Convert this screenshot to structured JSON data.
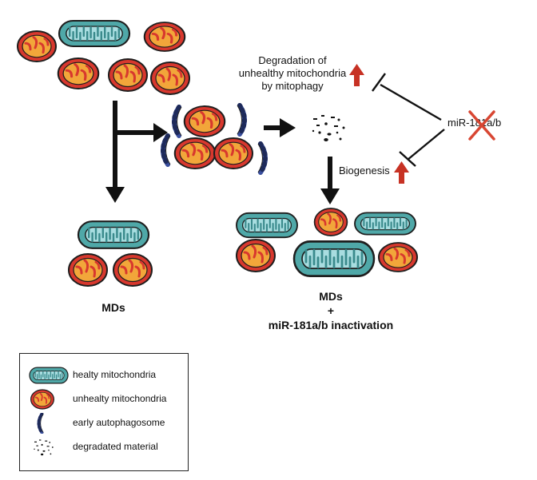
{
  "labels": {
    "degradation_line1": "Degradation of",
    "degradation_line2": "unhealthy mitochondria",
    "degradation_line3": "by mitophagy",
    "mirna": "miR-181a/b",
    "biogenesis": "Biogenesis",
    "mds_left": "MDs",
    "mds_right": "MDs",
    "plus": "+",
    "inactivation": "miR-181a/b inactivation"
  },
  "legend": {
    "items": [
      {
        "icon": "healthy-mitochondrion-icon",
        "label": "healty mitochondria"
      },
      {
        "icon": "unhealthy-mitochondrion-icon",
        "label": "unhealty mitochondria"
      },
      {
        "icon": "autophagosome-icon",
        "label": "early autophagosome"
      },
      {
        "icon": "degraded-material-icon",
        "label": "degradated material"
      }
    ]
  },
  "colors": {
    "healthy_fill": "#4fa8a8",
    "healthy_inner": "#a8dde0",
    "unhealthy_outer": "#d8382e",
    "unhealthy_fill": "#f2a63a",
    "autophagosome": "#3a4f9e",
    "up_arrow": "#c73224",
    "inhibit_x": "#d84632"
  }
}
